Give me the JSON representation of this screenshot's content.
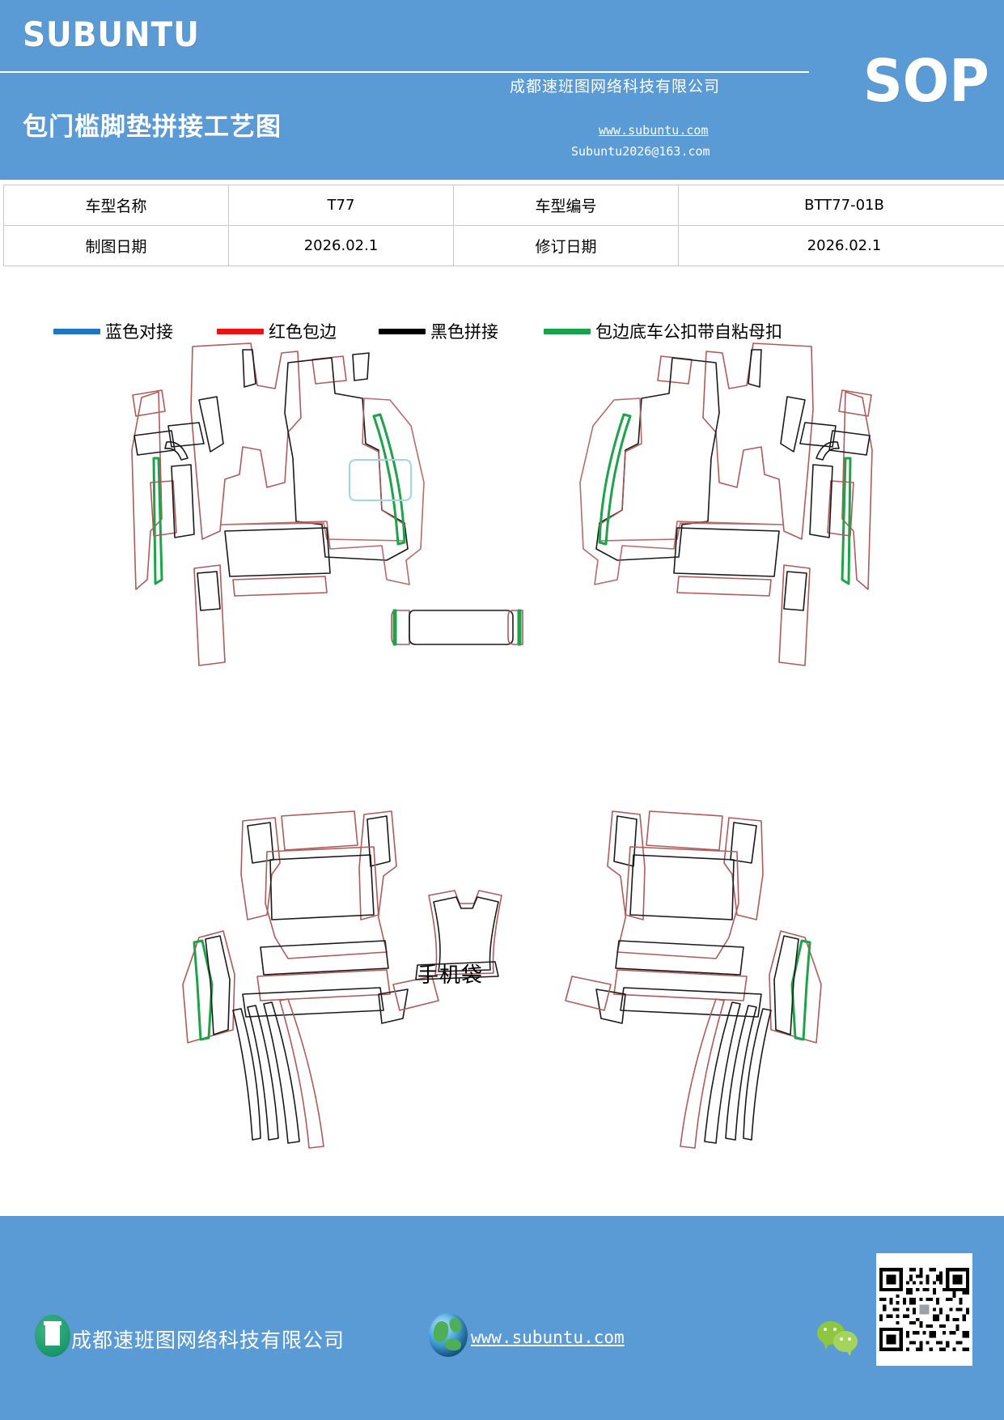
{
  "header": {
    "brand": "SUBUNTU",
    "doc_title": "包门槛脚垫拼接工艺图",
    "company": "成都速班图网络科技有限公司",
    "website": "www.subuntu.com",
    "email": "Subuntu2026@163.com",
    "sop_badge": "SOP",
    "bg_color": "#5b9bd5"
  },
  "info_table": {
    "rows": [
      {
        "label1": "车型名称",
        "value1": "T77",
        "label2": "车型编号",
        "value2": "BTT77-01B"
      },
      {
        "label1": "制图日期",
        "value1": "2026.02.1",
        "label2": "修订日期",
        "value2": "2026.02.1"
      }
    ]
  },
  "legend": {
    "items": [
      {
        "color": "#1f77c4",
        "label": "蓝色对接"
      },
      {
        "color": "#ee1111",
        "label": "红色包边"
      },
      {
        "color": "#000000",
        "label": "黑色拼接"
      },
      {
        "color": "#16a34a",
        "label": "包边底车公扣带自粘母扣"
      }
    ]
  },
  "drawing": {
    "phone_pocket_label": "手机袋",
    "stroke_colors": {
      "outline_red": "#b05a5a",
      "seam_black": "#1a1a1a",
      "hook_green": "#1ea34a",
      "butt_blue": "#9fd6e8"
    },
    "panels": [
      {
        "name": "front-left-floor-assembly"
      },
      {
        "name": "front-right-floor-assembly"
      },
      {
        "name": "phone-pocket"
      },
      {
        "name": "rear-left-floor-assembly"
      },
      {
        "name": "rear-right-floor-assembly"
      },
      {
        "name": "rear-center-tunnel-mat"
      }
    ]
  },
  "footer": {
    "company": "成都速班图网络科技有限公司",
    "website": "www.subuntu.com",
    "bg_color": "#5b9bd5",
    "icons": [
      "building-icon",
      "globe-icon",
      "wechat-icon",
      "qr-code"
    ]
  }
}
